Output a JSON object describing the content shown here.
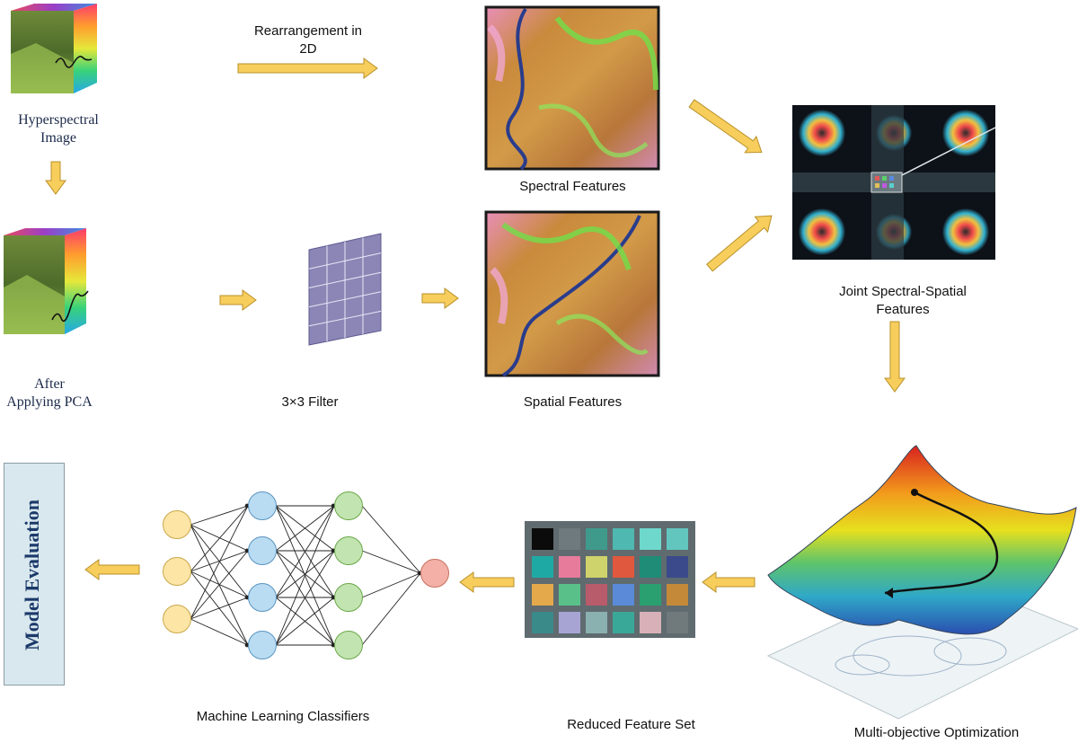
{
  "labels": {
    "hyperspectral_image": [
      "Hyperspectral",
      "Image"
    ],
    "after_pca": [
      "After",
      "Applying PCA"
    ],
    "rearrangement": [
      "Rearrangement in",
      "2D"
    ],
    "spectral_features": "Spectral Features",
    "spatial_features": "Spatial Features",
    "filter": "3×3 Filter",
    "joint_features": [
      "Joint Spectral-Spatial",
      "Features"
    ],
    "multi_objective": "Multi-objective Optimization",
    "reduced_feature_set": "Reduced Feature Set",
    "ml_classifiers": "Machine Learning Classifiers",
    "model_evaluation": "Model Evaluation"
  },
  "colors": {
    "arrow_fill": "#f7cd5c",
    "arrow_stroke": "#b8912a",
    "filter_fill": "#8b86b5",
    "node_input": "#fde5a6",
    "node_hidden1": "#b9dcf2",
    "node_hidden2": "#c2e4b0",
    "node_output": "#f4b0a6",
    "eval_box": "#d9e8ee"
  },
  "network": {
    "layers": [
      3,
      4,
      4,
      1
    ]
  },
  "filter_grid": {
    "rows": 5,
    "cols": 4
  }
}
